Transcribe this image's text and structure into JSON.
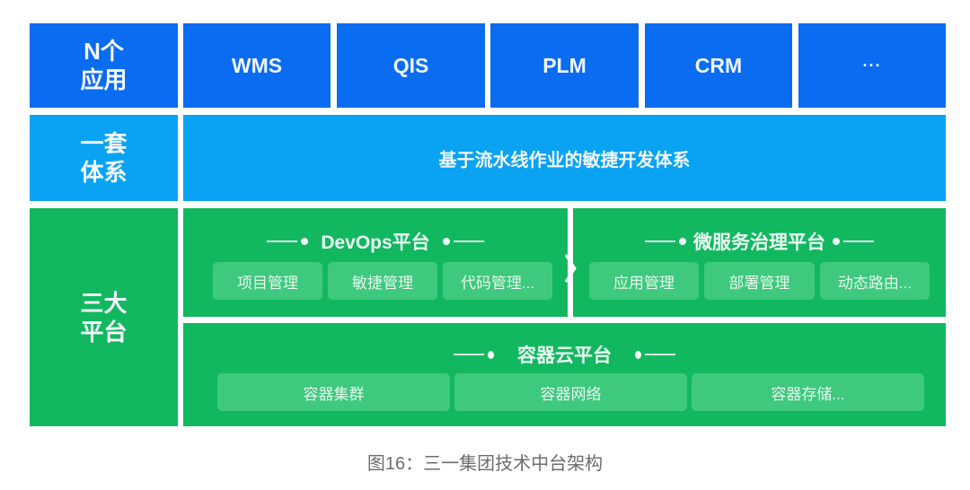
{
  "colors": {
    "apps_layer": "#0a6cf1",
    "system_layer": "#0aa3f3",
    "platform_layer": "#12b860",
    "chip": "#3ec97e"
  },
  "layers": {
    "apps": {
      "label": "N个\n应用",
      "items": [
        "WMS",
        "QIS",
        "PLM",
        "CRM",
        "···"
      ]
    },
    "system": {
      "label": "一套\n体系",
      "content": "基于流水线作业的敏捷开发体系"
    },
    "platforms": {
      "label": "三大\n平台",
      "devops": {
        "title": "DevOps平台",
        "items": [
          "项目管理",
          "敏捷管理",
          "代码管理..."
        ]
      },
      "microservice": {
        "title": "微服务治理平台",
        "items": [
          "应用管理",
          "部署管理",
          "动态路由..."
        ]
      },
      "container": {
        "title": "容器云平台",
        "items": [
          "容器集群",
          "容器网络",
          "容器存储..."
        ]
      }
    }
  },
  "caption": "图16：三一集团技术中台架构"
}
